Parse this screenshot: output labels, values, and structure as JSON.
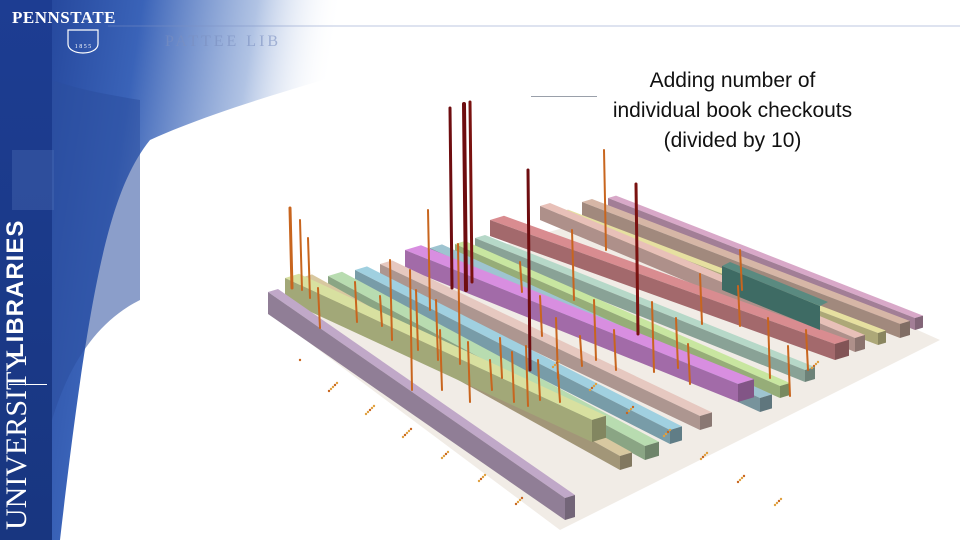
{
  "branding": {
    "top_logo": "PENNSTATE",
    "seal_year": "1 8 5 5",
    "header_ghost_text": "PATTEE LIB",
    "side_text_libraries": "LIBRARIES",
    "side_text_university": "UNIVERSITY"
  },
  "title": {
    "line1": "Adding number of",
    "line2": "individual book checkouts",
    "line3": "(divided by 10)"
  },
  "colors": {
    "brand_blue": "#1e3a8c",
    "accent_dark_red": "#6e0d10",
    "accent_orange": "#c8651e"
  }
}
